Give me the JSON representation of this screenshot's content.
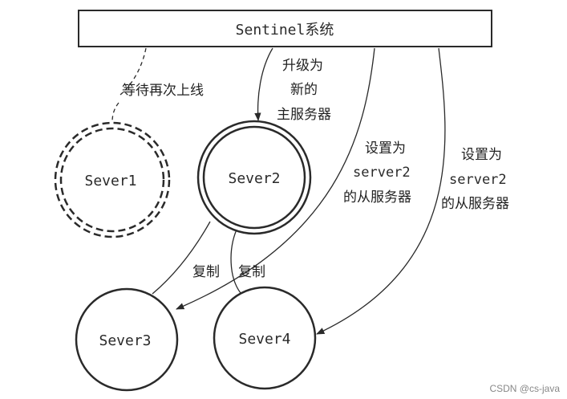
{
  "sentinel": {
    "label": "Sentinel系统"
  },
  "nodes": {
    "server1": {
      "label": "Sever1",
      "annotation": "等待再次上线"
    },
    "server2": {
      "label": "Sever2"
    },
    "server3": {
      "label": "Sever3"
    },
    "server4": {
      "label": "Sever4"
    }
  },
  "edges": {
    "promote": {
      "lines": [
        "升级为",
        "新的",
        "主服务器"
      ]
    },
    "set_slave_a": {
      "lines": [
        "设置为",
        "server2",
        "的从服务器"
      ]
    },
    "set_slave_b": {
      "lines": [
        "设置为",
        "server2",
        "的从服务器"
      ]
    },
    "replicate_a": {
      "label": "复制"
    },
    "replicate_b": {
      "label": "复制"
    }
  },
  "watermark": "CSDN @cs-java",
  "colors": {
    "stroke": "#2a2a2a",
    "background": "#ffffff"
  }
}
